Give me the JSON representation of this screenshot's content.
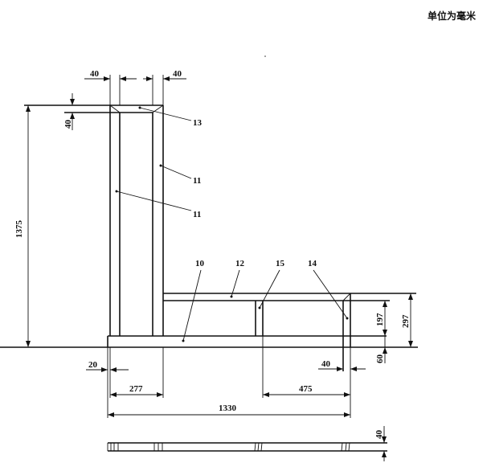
{
  "unit_note": "单位为毫米",
  "part_labels": {
    "p13": "13",
    "p11a": "11",
    "p11b": "11",
    "p10": "10",
    "p12": "12",
    "p15": "15",
    "p14": "14"
  },
  "dimensions": {
    "top_left_40": "40",
    "top_right_40": "40",
    "left_40": "40",
    "height_1375": "1375",
    "h_197": "197",
    "h_297": "297",
    "h_60": "60",
    "w_20": "20",
    "w_277": "277",
    "w_475": "475",
    "w_40": "40",
    "w_1330": "1330",
    "plan_40": "40"
  }
}
